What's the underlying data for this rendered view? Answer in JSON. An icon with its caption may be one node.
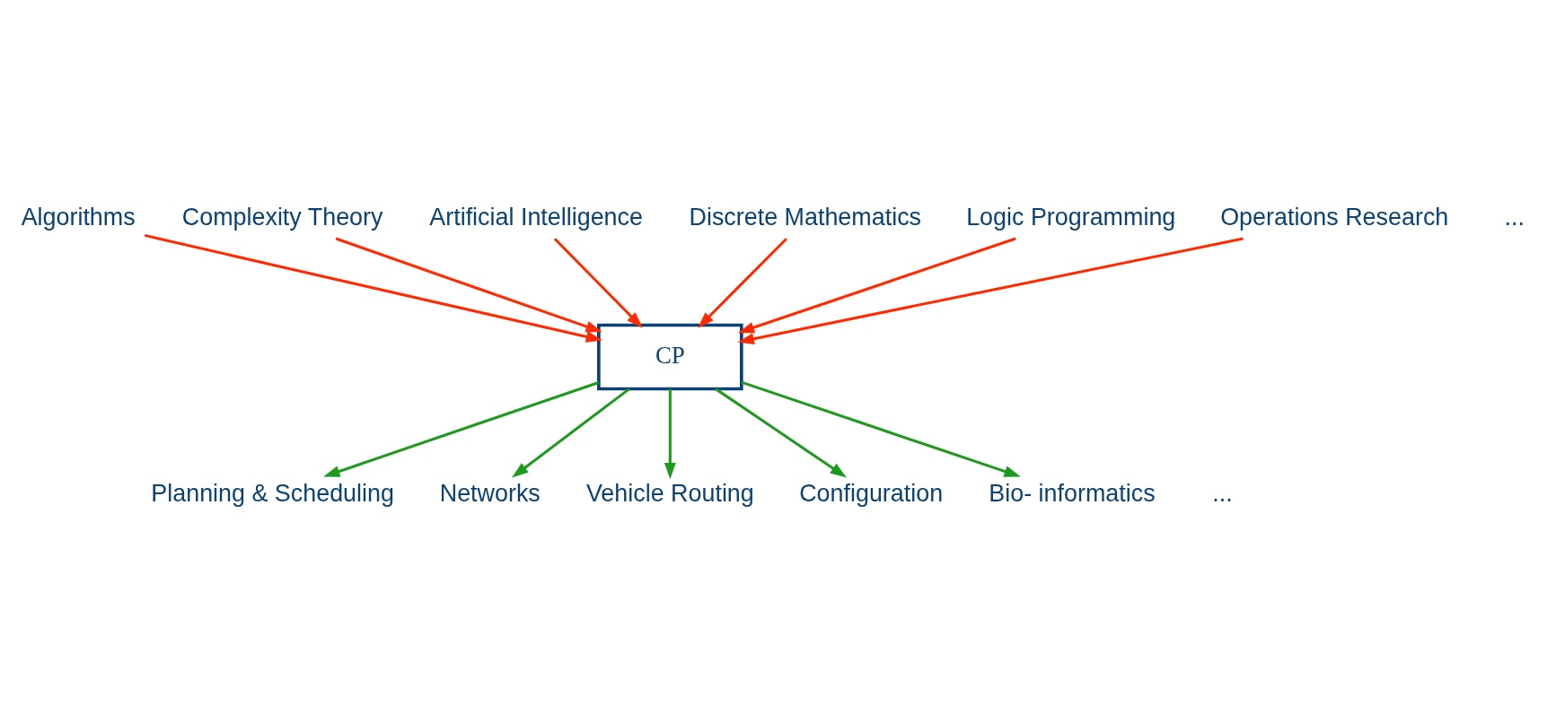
{
  "diagram": {
    "nodes": [
      {
        "text": [
          "Algorithms"
        ]
      },
      {
        "text": [
          "Complexity Theory"
        ]
      },
      {
        "text": [
          "Artificial Intelligence"
        ]
      },
      {
        "text": [
          "Discrete Mathematics"
        ]
      },
      {
        "text": [
          "Logic Programming"
        ]
      },
      {
        "text": [
          "Operations Research"
        ]
      },
      {
        "text": [
          "CP"
        ]
      },
      {
        "text": [
          "Planning & Scheduling"
        ]
      },
      {
        "text": [
          "Networks"
        ]
      },
      {
        "text": [
          "Vehicle Routing"
        ]
      },
      {
        "text": [
          "Configuration"
        ]
      },
      {
        "text": [
          "Bio- informatics"
        ]
      }
    ],
    "edges": [
      {
        "from": 0,
        "to": 6,
        "arrow": "to",
        "color": "#ff2a00"
      },
      {
        "from": 1,
        "to": 6,
        "arrow": "to",
        "color": "#ff2a00"
      },
      {
        "from": 2,
        "to": 6,
        "arrow": "to",
        "color": "#ff2a00"
      },
      {
        "from": 3,
        "to": 6,
        "arrow": "to",
        "color": "#ff2a00"
      },
      {
        "from": 4,
        "to": 6,
        "arrow": "to",
        "color": "#ff2a00"
      },
      {
        "from": 5,
        "to": 6,
        "arrow": "to",
        "color": "#ff2a00"
      },
      {
        "from": 6,
        "to": 7,
        "arrow": "to",
        "color": "#1e9a1e"
      },
      {
        "from": 6,
        "to": 8,
        "arrow": "to",
        "color": "#1e9a1e"
      },
      {
        "from": 6,
        "to": 9,
        "arrow": "to",
        "color": "#1e9a1e"
      },
      {
        "from": 6,
        "to": 10,
        "arrow": "to",
        "color": "#1e9a1e"
      },
      {
        "from": 6,
        "to": 11,
        "arrow": "to",
        "color": "#1e9a1e"
      }
    ],
    "labels": [
      "...",
      "..."
    ]
  }
}
